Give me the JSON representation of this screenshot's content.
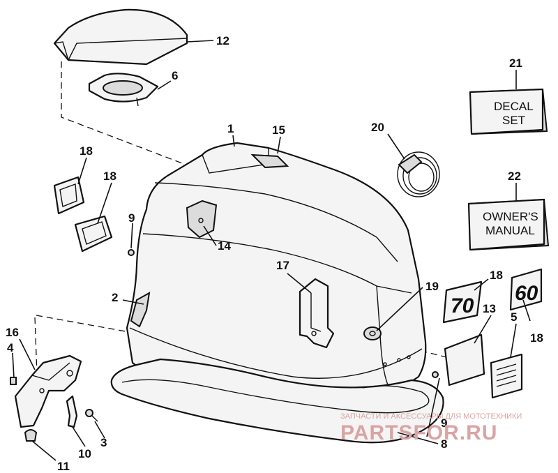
{
  "callouts": {
    "c1": "1",
    "c2": "2",
    "c3": "3",
    "c4": "4",
    "c5": "5",
    "c6": "6",
    "c8": "8",
    "c9a": "9",
    "c9b": "9",
    "c10": "10",
    "c11": "11",
    "c12": "12",
    "c13": "13",
    "c14": "14",
    "c15": "15",
    "c16": "16",
    "c17": "17",
    "c18a": "18",
    "c18b": "18",
    "c18c": "18",
    "c18d": "18",
    "c19": "19",
    "c20": "20",
    "c21": "21",
    "c22": "22"
  },
  "boxes": {
    "decal_line1": "DECAL",
    "decal_line2": "SET",
    "manual_line1": "OWNER'S",
    "manual_line2": "MANUAL"
  },
  "badges": {
    "seventy": "70",
    "sixty": "60"
  },
  "watermark": {
    "tagline": "ЗАПЧАСТИ И АКСЕССУАРЫ ДЛЯ МОТОТЕХНИКИ",
    "brand": "PARTSFOR.RU"
  }
}
